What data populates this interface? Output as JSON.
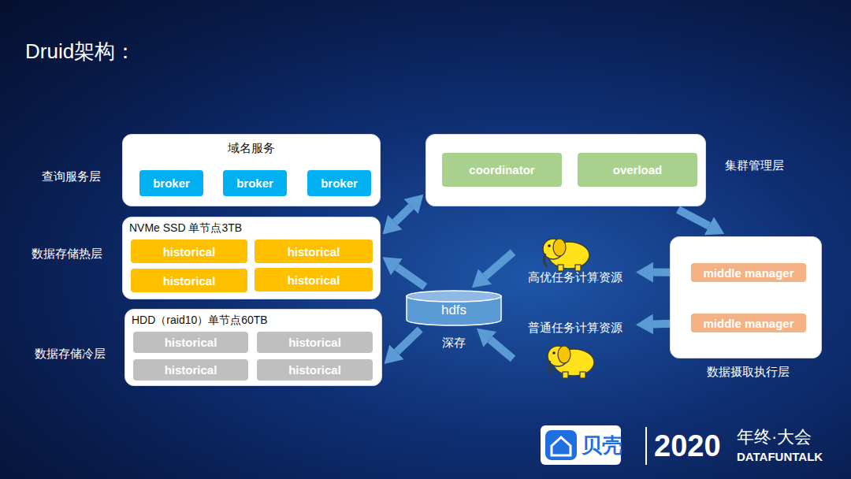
{
  "diagram": {
    "title": "Druid架构：",
    "nodes": [
      {
        "text": [
          "域名服务"
        ]
      },
      {
        "text": [
          "broker"
        ],
        "in": 0
      },
      {
        "text": [
          "broker"
        ],
        "in": 0
      },
      {
        "text": [
          "broker"
        ],
        "in": 0
      },
      {
        "text": [
          "NVMe SSD  单节点3TB"
        ]
      },
      {
        "text": [
          "historical"
        ],
        "in": 4
      },
      {
        "text": [
          "historical"
        ],
        "in": 4
      },
      {
        "text": [
          "historical"
        ],
        "in": 4
      },
      {
        "text": [
          "historical"
        ],
        "in": 4
      },
      {
        "text": [
          "HDD（raid10）单节点60TB"
        ]
      },
      {
        "text": [
          "historical"
        ],
        "in": 9
      },
      {
        "text": [
          "historical"
        ],
        "in": 9
      },
      {
        "text": [
          "historical"
        ],
        "in": 9
      },
      {
        "text": [
          "historical"
        ],
        "in": 9
      },
      {
        "text": []
      },
      {
        "text": [
          "coordinator"
        ],
        "in": 14
      },
      {
        "text": [
          "overload"
        ],
        "in": 14
      },
      {
        "text": []
      },
      {
        "text": [
          "middle manager"
        ],
        "in": 17
      },
      {
        "text": [
          "middle manager"
        ],
        "in": 17
      },
      {
        "text": [
          "hdfs",
          "深存"
        ]
      },
      {
        "text": [
          "高优任务计算资源"
        ]
      },
      {
        "text": [
          "普通任务计算资源"
        ]
      }
    ],
    "edges": [
      {
        "from": 4,
        "to": 14,
        "arrow": "both"
      },
      {
        "from": 14,
        "to": 17,
        "arrow": "to"
      },
      {
        "from": 18,
        "to": 21,
        "arrow": "to"
      },
      {
        "from": 19,
        "to": 22,
        "arrow": "to"
      },
      {
        "from": 21,
        "to": 20,
        "arrow": "to"
      },
      {
        "from": 22,
        "to": 20,
        "arrow": "to"
      },
      {
        "from": 20,
        "to": 4,
        "arrow": "to"
      },
      {
        "from": 20,
        "to": 9,
        "arrow": "to"
      }
    ],
    "labels": [
      "查询服务层",
      "数据存储热层",
      "数据存储冷层",
      "集群管理层",
      "数据摄取执行层",
      "贝壳",
      "2020",
      "年终·大会",
      "DATAFUNTALK"
    ]
  }
}
